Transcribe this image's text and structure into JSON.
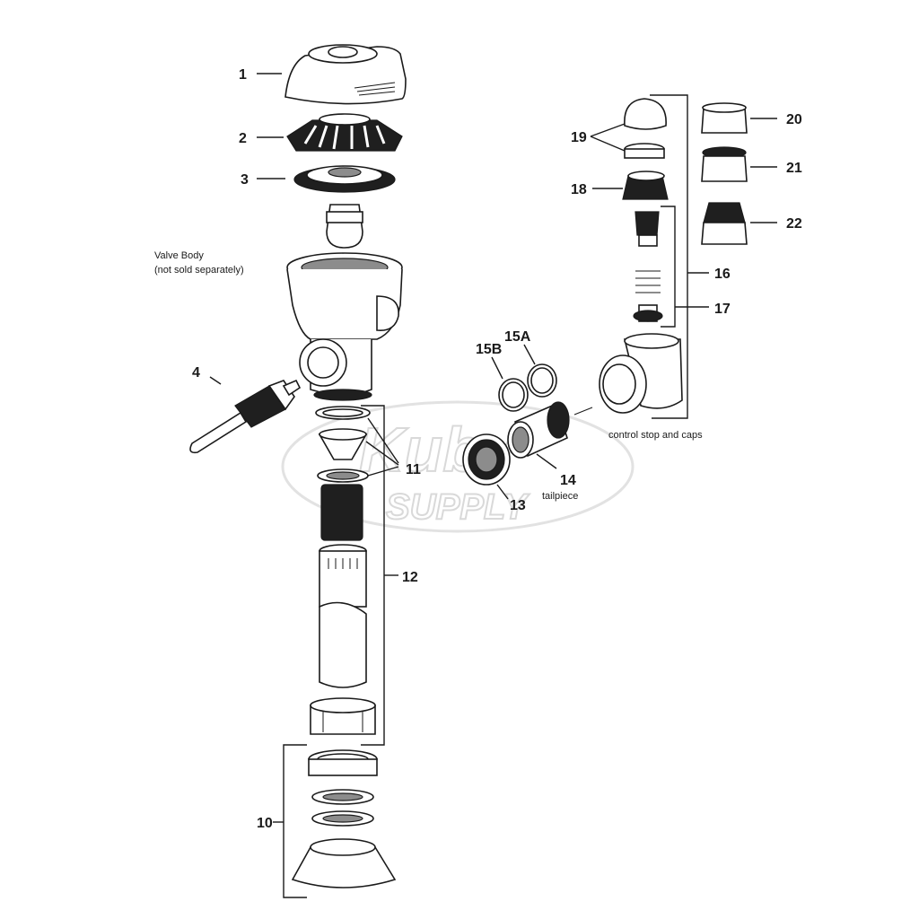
{
  "diagram": {
    "callouts": {
      "n1": "1",
      "n2": "2",
      "n3": "3",
      "n4": "4",
      "n10": "10",
      "n11": "11",
      "n12": "12",
      "n13": "13",
      "n14": "14",
      "n15a": "15A",
      "n15b": "15B",
      "n16": "16",
      "n17": "17",
      "n18": "18",
      "n19": "19",
      "n20": "20",
      "n21": "21",
      "n22": "22"
    },
    "captions": {
      "valve_body_line1": "Valve Body",
      "valve_body_line2": "(not sold separately)",
      "control_stop": "control stop and caps",
      "tailpiece": "tailpiece"
    },
    "watermark": {
      "line1": "Kuby",
      "line2": "SUPPLY"
    }
  }
}
